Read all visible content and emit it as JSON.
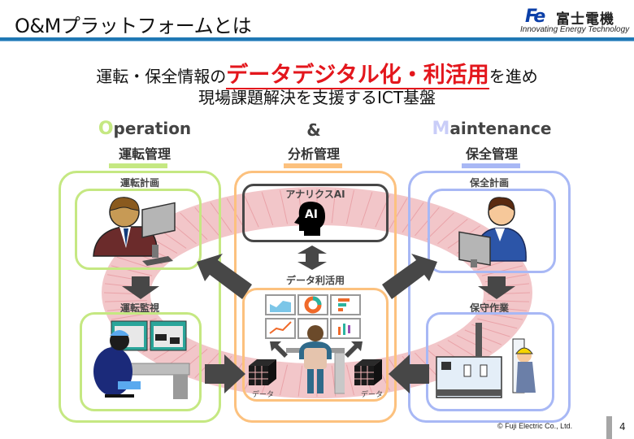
{
  "header": {
    "title": "O&Mプラットフォームとは",
    "logo": {
      "mark": "Fe",
      "company": "富士電機",
      "tagline": "Innovating Energy Technology",
      "brand_color": "#0b3fa8"
    },
    "rule_color": "#1f78b4"
  },
  "headline": {
    "line1_prefix": "運転・保全情報の",
    "line1_highlight": "データデジタル化・利活用",
    "line1_suffix": "を進め",
    "line2": "現場課題解決を支援するICT基盤",
    "highlight_color": "#e3161c"
  },
  "columns": [
    {
      "cap": "O",
      "rest": "peration",
      "sub": "運転管理",
      "color": "#c5e882",
      "top_label": "運転計画",
      "bottom_label": "運転監視"
    },
    {
      "cap": "",
      "rest": "&",
      "sub": "分析管理",
      "color": "#fcc17e",
      "top_label": "アナリクスAI",
      "ai_badge": "AI",
      "middle_label": "データ利活用",
      "data_left": "データ",
      "data_right": "データ"
    },
    {
      "cap": "M",
      "rest": "aintenance",
      "sub": "保全管理",
      "color": "#a8b8f5",
      "top_label": "保全計画",
      "bottom_label": "保守作業"
    }
  ],
  "ring_color": "#f2c6c9",
  "arrow_color": "#474747",
  "footer": {
    "copyright": "© Fuji Electric Co., Ltd.",
    "page": "4"
  }
}
